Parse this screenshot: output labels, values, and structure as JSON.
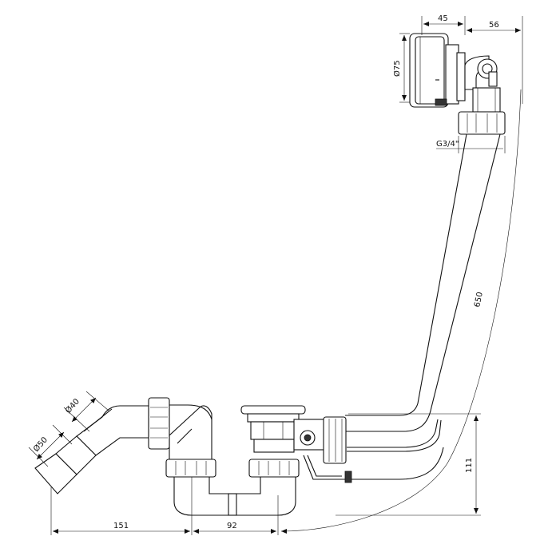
{
  "dimensions": {
    "overflow_depth": "45",
    "overflow_offset": "56",
    "overflow_diameter": "Ø75",
    "thread": "G3/4\"",
    "cable_length": "650",
    "drop_height": "111",
    "outlet_length": "151",
    "trap_spacing": "92",
    "pipe_diameter_small": "Ø40",
    "pipe_diameter_large": "Ø50"
  }
}
